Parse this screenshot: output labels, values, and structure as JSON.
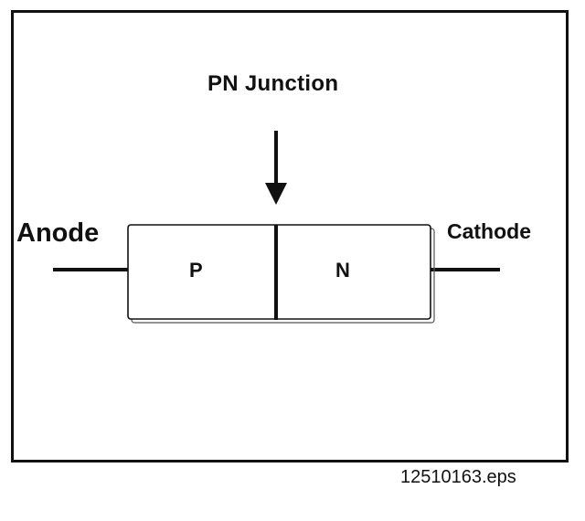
{
  "diagram": {
    "title": "PN Junction",
    "anode_label": "Anode",
    "cathode_label": "Cathode",
    "p_region_label": "P",
    "n_region_label": "N"
  },
  "caption": {
    "filename": "12510163.eps"
  }
}
